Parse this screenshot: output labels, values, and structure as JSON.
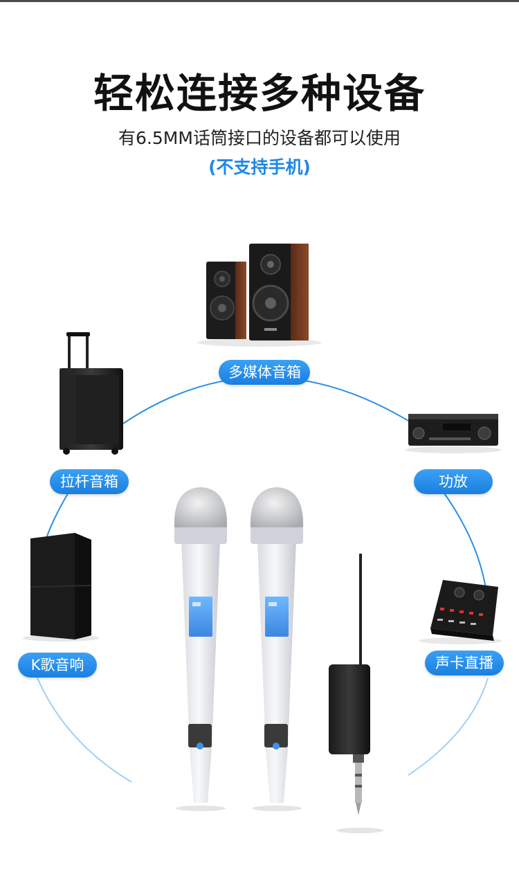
{
  "header": {
    "title": "轻松连接多种设备",
    "subtitle": "有6.5MM话筒接口的设备都可以使用",
    "note": "(不支持手机)"
  },
  "devices": {
    "multimedia_speaker": "多媒体音箱",
    "trolley_speaker": "拉杆音箱",
    "amplifier": "功放",
    "ktv_speaker": "K歌音响",
    "sound_card": "声卡直播"
  },
  "colors": {
    "accent": "#1e88e5",
    "arc": "#2b8fe6"
  }
}
